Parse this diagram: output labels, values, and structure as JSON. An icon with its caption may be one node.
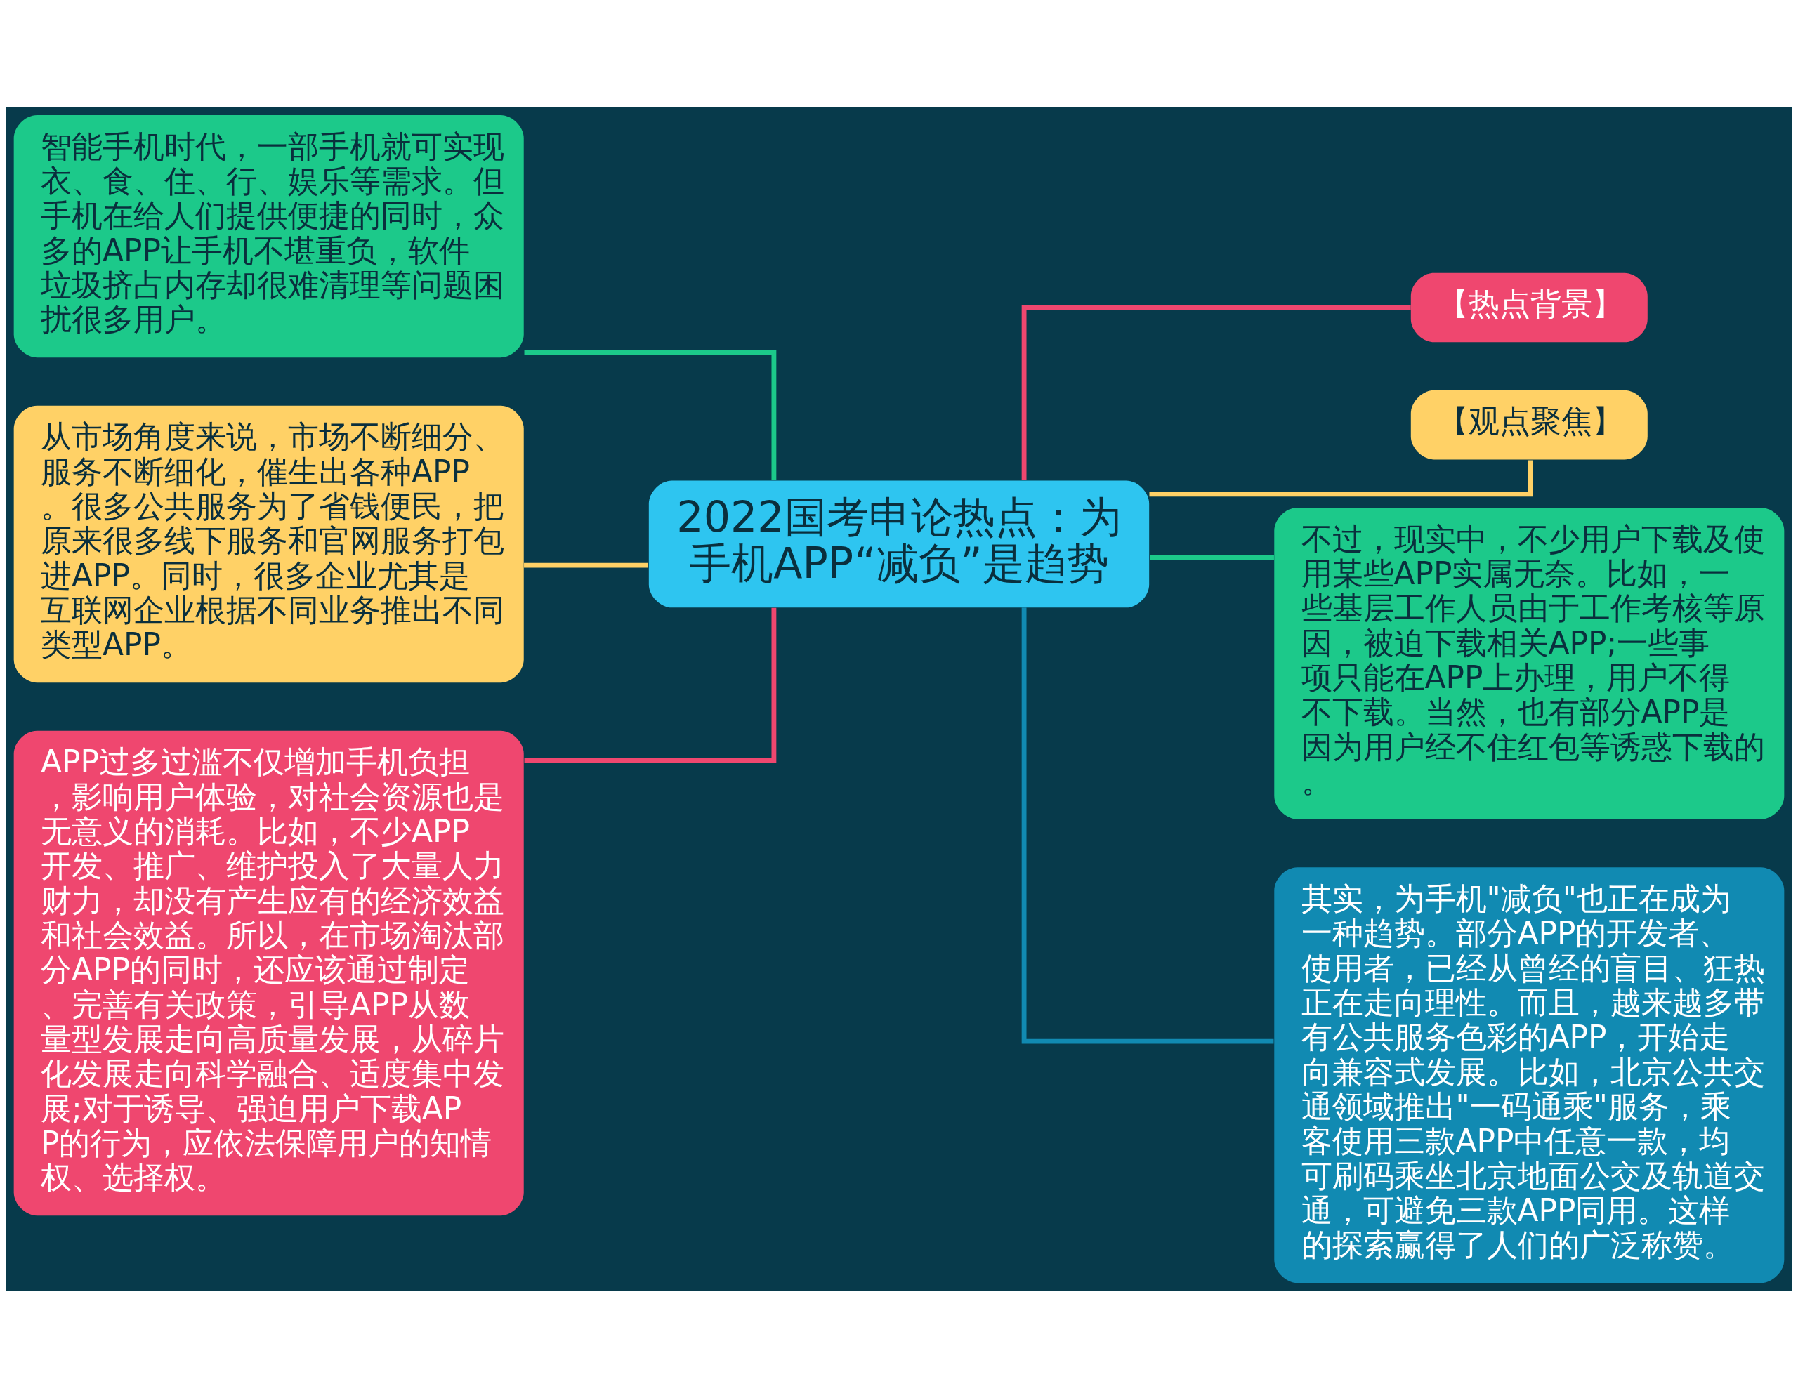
{
  "diagram": {
    "nodes": [
      {
        "text": [
          "2022国考申论热点：为手机APP“减负”是趋势"
        ]
      },
      {
        "text": [
          "智能手机时代，一部手机就可实现衣、食、住、行、娱乐等需求。但手机在给人们提供便捷的同时，众多的APP让手机不堪重负，软件垃圾挤占内存却很难清理等问题困扰很多用户。"
        ]
      },
      {
        "text": [
          "从市场角度来说，市场不断细分、服务不断细化，催生出各种APP。很多公共服务为了省钱便民，把原来很多线下服务和官网服务打包进APP。同时，很多企业尤其是互联网企业根据不同业务推出不同类型APP。"
        ]
      },
      {
        "text": [
          "APP过多过滥不仅增加手机负担，影响用户体验，对社会资源也是无意义的消耗。比如，不少APP开发、推广、维护投入了大量人力财力，却没有产生应有的经济效益和社会效益。所以，在市场淘汰部分APP的同时，还应该通过制定、完善有关政策，引导APP从数量型发展走向高质量发展，从碎片化发展走向科学融合、适度集中发展;对于诱导、强迫用户下载APP的行为，应依法保障用户的知情权、选择权。"
        ]
      },
      {
        "text": [
          "【热点背景】"
        ]
      },
      {
        "text": [
          "【观点聚焦】"
        ]
      },
      {
        "text": [
          "不过，现实中，不少用户下载及使用某些APP实属无奈。比如，一些基层工作人员由于工作考核等原因，被迫下载相关APP;一些事项只能在APP上办理，用户不得不下载。当然，也有部分APP是因为用户经不住红包等诱惑下载的。"
        ]
      },
      {
        "text": [
          "其实，为手机\"减负\"也正在成为一种趋势。部分APP的开发者、使用者，已经从曾经的盲目、狂热正在走向理性。而且，越来越多带有公共服务色彩的APP，开始走向兼容式发展。比如，北京公共交通领域推出\"一码通乘\"服务，乘客使用三款APP中任意一款，均可刷码乘坐北京地面公交及轨道交通，可避免三款APP同用。这样的探索赢得了人们的广泛称赞。"
        ]
      }
    ],
    "edges": [
      {
        "from": 0,
        "to": 1,
        "arrow": "none",
        "color": "#1cc98a"
      },
      {
        "from": 0,
        "to": 2,
        "arrow": "none",
        "color": "#ffd166"
      },
      {
        "from": 0,
        "to": 3,
        "arrow": "none",
        "color": "#ef476f"
      },
      {
        "from": 0,
        "to": 4,
        "arrow": "none",
        "color": "#ef476f"
      },
      {
        "from": 0,
        "to": 5,
        "arrow": "none",
        "color": "#ffd166"
      },
      {
        "from": 0,
        "to": 6,
        "arrow": "none",
        "color": "#1cc98a"
      },
      {
        "from": 0,
        "to": 7,
        "arrow": "none",
        "color": "#118ab2"
      }
    ]
  }
}
